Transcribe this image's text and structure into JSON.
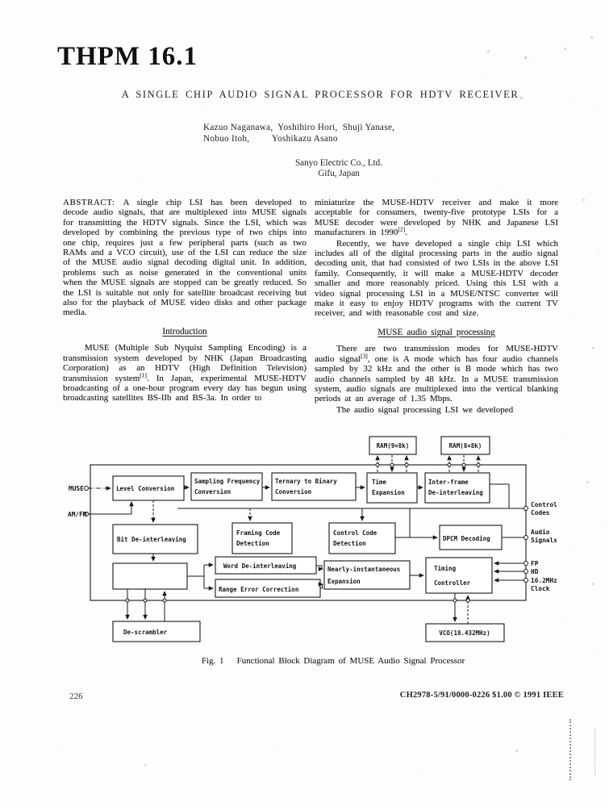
{
  "page": {
    "session_code": "THPM 16.1",
    "paper_title": "A SINGLE CHIP AUDIO SIGNAL PROCESSOR FOR HDTV RECEIVER",
    "authors_line1": "Kazuo Naganawa,  Yoshihiro Hori,  Shuji Yanase,",
    "authors_line2": "Nobuo Itoh,         Yoshikazu Asano",
    "affiliation_line1": "Sanyo Electric Co., Ltd.",
    "affiliation_line2": "Gifu, Japan",
    "page_number": "226",
    "copyright": "CH2978-5/91/0000-0226 $1.00 © 1991 IEEE"
  },
  "abstract": {
    "label": "ABSTRACT:",
    "text": "A single chip LSI has been developed to decode audio signals, that are multiplexed into MUSE signals for transmitting the HDTV signals. Since the LSI, which was developed by combining the previous type of two chips into one chip, requires just a few peripheral parts (such as two RAMs and a VCO circuit), use of the LSI can reduce the size of the MUSE audio signal decoding digital unit.  In addition, problems such as noise generated in the conventional units when the MUSE signals are stopped can be greatly reduced. So the LSI is suitable not only for satellite broadcast receiving but also for the playback of MUSE video disks and other package media."
  },
  "introduction": {
    "heading": "Introduction",
    "para_a": "MUSE (Multiple Sub Nyquist Sampling Encoding) is a transmission system developed by NHK (Japan Broadcasting Corporation) as an HDTV (High Definition Television) transmission system",
    "ref1": "[1]",
    "para_b": ".  In Japan, experimental MUSE-HDTV broadcasting of a one-hour program every day has begun using broadcasting satellites BS-IIb and BS-3a.  In order to"
  },
  "right_column": {
    "cont_a": "miniaturize the MUSE-HDTV receiver and make it more acceptable for consumers, twenty-five prototype LSIs for a MUSE decoder were developed by NHK and Japanese LSI manufacturers in 1990",
    "ref2": "[2]",
    "cont_b": ".",
    "para2": "Recently, we have developed a single chip LSI which includes all of the digital processing parts in the audio signal decoding unit, that had consisted of two LSIs in the above LSI family. Consequently, it will make a MUSE-HDTV decoder smaller and more reasonably priced.  Using this LSI with a video signal processing LSI in a MUSE/NTSC converter will make it easy to enjoy HDTV programs with the current TV receiver, and with reasonable cost and size.",
    "section_heading": "MUSE audio signal processing",
    "para3_a": "There are two transmission modes for MUSE-HDTV audio signal",
    "ref3": "[3]",
    "para3_b": ", one is A mode which has four audio channels sampled by 32 kHz and the other is B mode which has two audio channels sampled by 48 kHz.  In a MUSE transmission system, audio signals are multiplexed into the vertical blanking periods at an average of 1.35 Mbps.",
    "para4": "The audio signal processing LSI we developed"
  },
  "figure": {
    "caption_label": "Fig. 1",
    "caption_text": "Functional Block Diagram of MUSE Audio Signal Processor",
    "io": {
      "muse": "MUSE",
      "amfm": "AM/FM",
      "control1": "Control",
      "control2": "Codes",
      "audio1": "Audio",
      "audio2": "Signals",
      "fp": "FP",
      "hd": "HD",
      "clock1": "16.2MHz",
      "clock2": "Clock"
    },
    "blocks": {
      "ram_left": "RAM(9×8k)",
      "ram_right": "RAM(8×8k)",
      "level": "Level Conversion",
      "sampling1": "Sampling Frequency",
      "sampling2": "Conversion",
      "ternary1": "Ternary to Binary",
      "ternary2": "Conversion",
      "time1": "Time",
      "time2": "Expansion",
      "interframe1": "Inter-frame",
      "interframe2": "De-interleaving",
      "bit_deinterleave": "Bit De-interleaving",
      "framing1": "Framing Code",
      "framing2": "Detection",
      "control_code1": "Control Code",
      "control_code2": "Detection",
      "dpcm": "DPCM Decoding",
      "word_deinterleave": "Word De-interleaving",
      "range_error": "Range Error Correction",
      "nearly1": "Nearly-instantaneous",
      "nearly2": "Expansion",
      "timing1": "Timing",
      "timing2": "Controller",
      "descrambler": "De-scrambler",
      "vco": "VCO(18.432MHz)"
    }
  }
}
